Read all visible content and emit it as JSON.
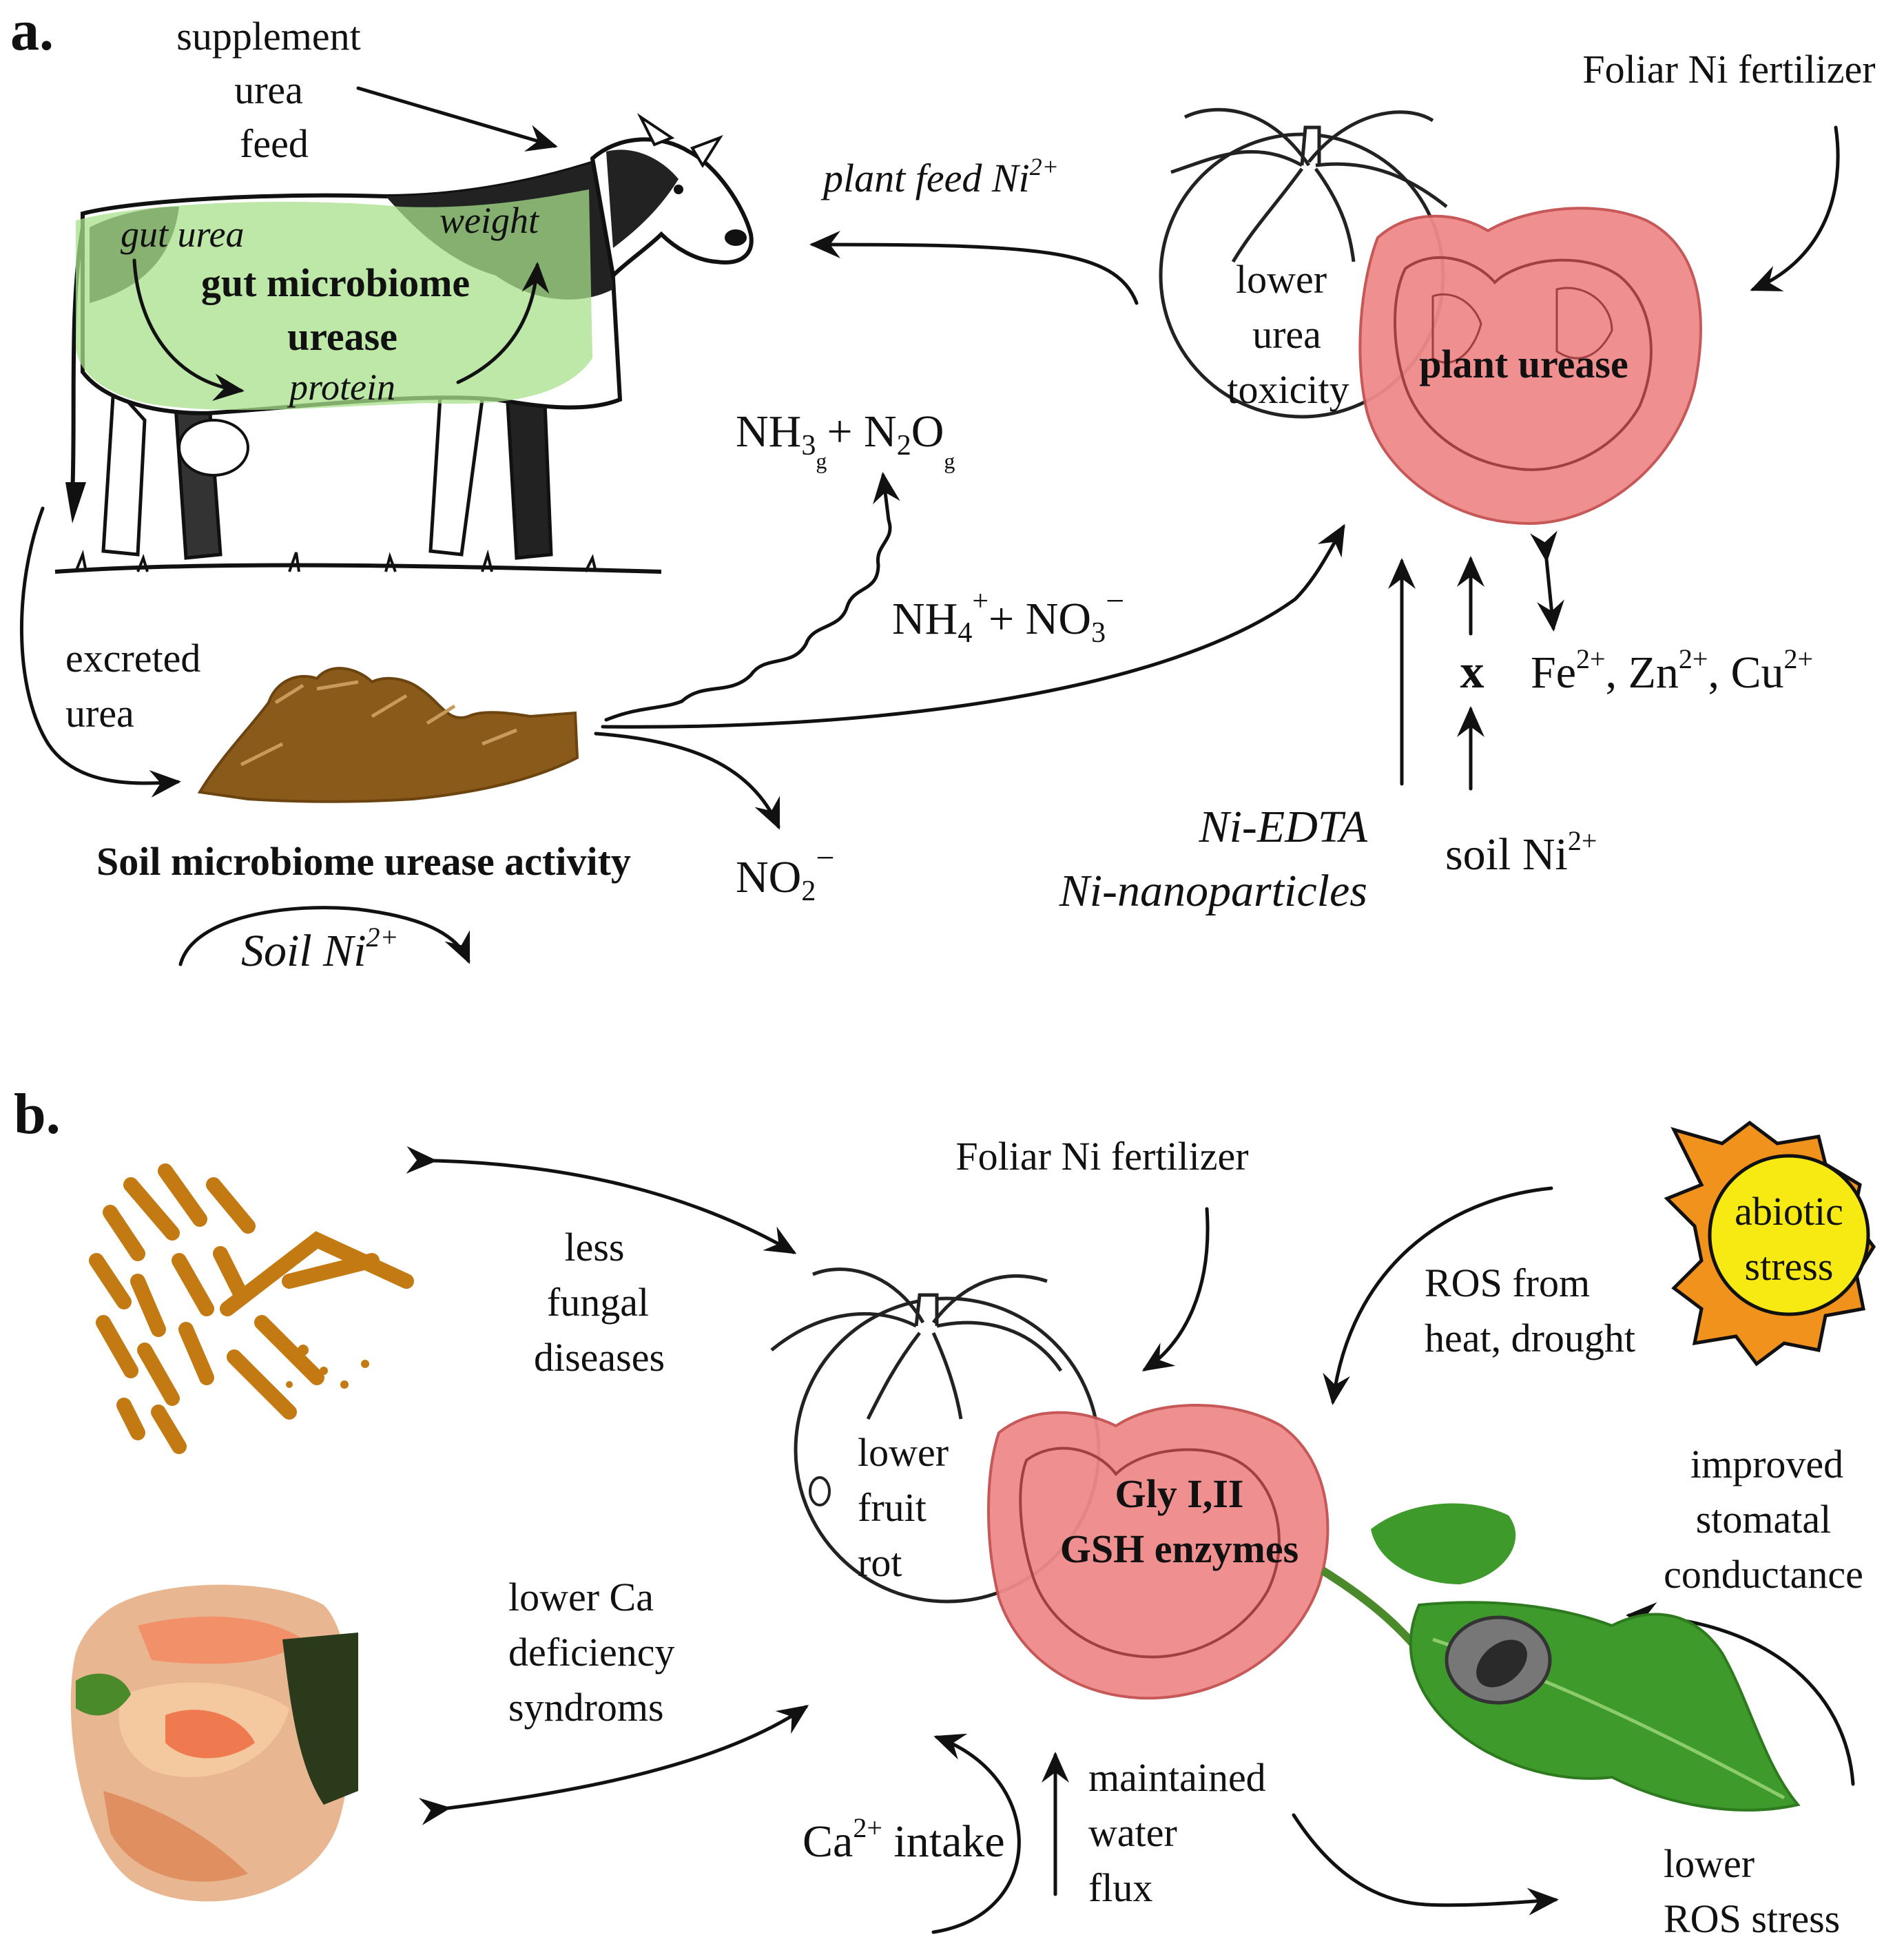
{
  "panel_a": {
    "label": "a.",
    "supplement": [
      "supplement",
      "urea",
      "feed"
    ],
    "plant_feed": "plant feed Ni",
    "plant_feed_sup": "2+",
    "foliar": "Foliar Ni fertilizer",
    "gut_urea": "gut urea",
    "weight": "weight",
    "gut_microbiome": "gut microbiome",
    "urease": "urease",
    "protein": "protein",
    "lower_urea_toxicity": [
      "lower",
      "urea",
      "toxicity"
    ],
    "plant_urease": "plant urease",
    "nh3": "NH",
    "nh3_sub": "3",
    "g1": "g",
    "plus": "+ N",
    "n2o": "2",
    "o": "O",
    "g2": "g",
    "nh4": "NH",
    "nh4_sub": "4",
    "nh4_sup": "+",
    "no3": "+ NO",
    "no3_sub": "3",
    "no3_sup": "−",
    "x": "x",
    "metals": "Fe",
    "fe_sup": "2+",
    "zn": ", Zn",
    "zn_sup": "2+",
    "cu": ", Cu",
    "cu_sup": "2+",
    "excreted_urea": [
      "excreted",
      "urea"
    ],
    "soil_activity": "Soil microbiome urease activity",
    "no2": "NO",
    "no2_sub": "2",
    "no2_sup": "−",
    "ni_edta": "Ni-EDTA",
    "ni_nano": "Ni-nanoparticles",
    "soil_ni": "soil Ni",
    "soil_ni_sup": "2+",
    "soil_ni_it": "Soil Ni",
    "soil_ni_it_sup": "2+"
  },
  "panel_b": {
    "label": "b.",
    "foliar": "Foliar Ni fertilizer",
    "abiotic": [
      "abiotic",
      "stress"
    ],
    "ros_from": [
      "ROS from",
      "heat, drought"
    ],
    "less_fungal": [
      "less",
      "fungal",
      "diseases"
    ],
    "lower_fruit_rot": [
      "lower",
      "fruit",
      "rot"
    ],
    "gly": "Gly I,II",
    "gsh": "GSH enzymes",
    "improved": [
      "improved",
      "stomatal",
      "conductance"
    ],
    "lower_ca": [
      "lower Ca",
      "deficiency",
      "syndroms"
    ],
    "ca_intake": "Ca",
    "ca_sup": "2+",
    "ca_rest": " intake",
    "water": [
      "maintained",
      "water",
      "flux"
    ],
    "lower_ros": [
      "lower",
      "ROS stress"
    ]
  },
  "colors": {
    "cow_green": "#a8e08a",
    "tomato_red": "#f08a8a",
    "soil_brown": "#8a5a1a",
    "fungal_orange": "#c47a12",
    "sun_orange": "#f0921c",
    "sun_yellow": "#f7ea12",
    "leaf_green": "#3f9a2c"
  }
}
